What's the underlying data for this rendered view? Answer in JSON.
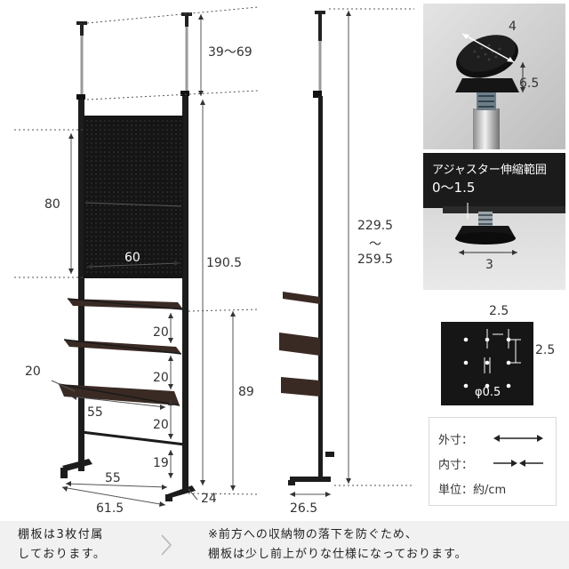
{
  "dimensions": {
    "top_adjust": "39〜69",
    "board_height": "80",
    "board_width": "60",
    "total_height": "190.5",
    "shelf_gap_1": "20",
    "shelf_gap_2": "20",
    "shelf_gap_3": "20",
    "bottom_gap": "19",
    "lower_height": "89",
    "shelf_depth": "20",
    "shelf_width": "55",
    "base_width": "55",
    "overall_width": "61.5",
    "overall_depth": "24",
    "side_range_top": "229.5",
    "side_range_tilde": "〜",
    "side_range_bottom": "259.5",
    "side_depth": "26.5"
  },
  "photo_top": {
    "dim_width": "4",
    "dim_height": "6.5"
  },
  "photo_mid": {
    "caption": "アジャスター伸縮範囲",
    "range": "0〜1.5",
    "dim_width": "3"
  },
  "pegboard_detail": {
    "dim_top": "2.5",
    "dim_side": "2.5",
    "hole": "φ0.5"
  },
  "legend": {
    "outer": "外寸：",
    "inner": "内寸：",
    "unit": "単位：約/cm"
  },
  "footer": {
    "left_line1": "棚板は3枚付属",
    "left_line2": "しております。",
    "right_line1": "※前方への収納物の落下を防ぐため、",
    "right_line2": "棚板は少し前上がりな仕様になっております。"
  }
}
